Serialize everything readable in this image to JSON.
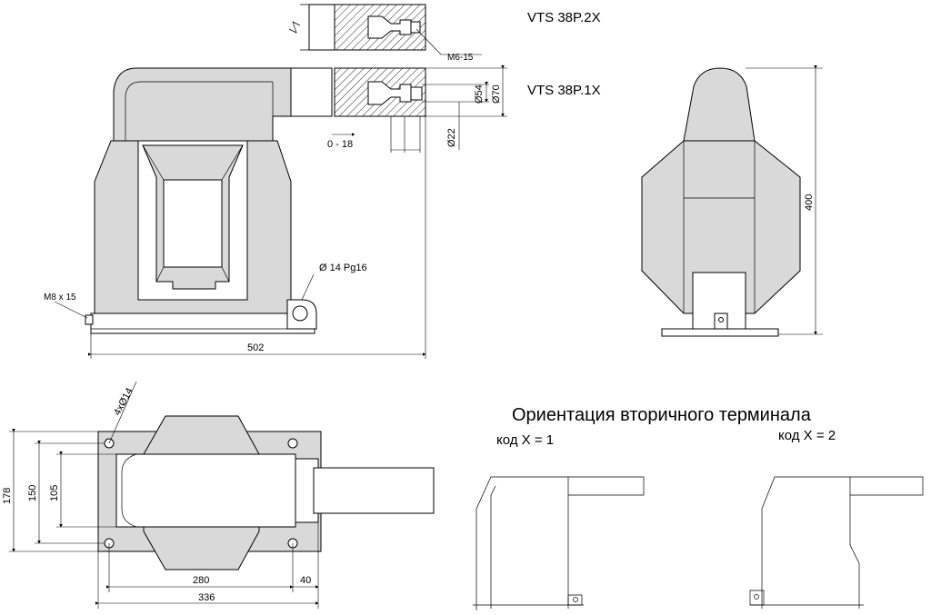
{
  "labels": {
    "model_2x": "VTS 38P.2X",
    "model_1x": "VTS 38P.1X",
    "thread_top": "M6-15",
    "dia_54": "Ø54",
    "dia_70": "Ø70",
    "dia_22": "Ø22",
    "range_0_18": "0 - 18",
    "grommet": "Ø 14 Pg16",
    "bolt_m8": "M8 x 15",
    "width_502": "502",
    "height_400": "400",
    "holes": "4xØ14",
    "dim_178": "178",
    "dim_150": "150",
    "dim_105": "105",
    "dim_280": "280",
    "dim_40": "40",
    "dim_336": "336",
    "orientation_title": "Ориентация вторичного терминала",
    "code_1": "код X = 1",
    "code_2": "код X = 2"
  }
}
